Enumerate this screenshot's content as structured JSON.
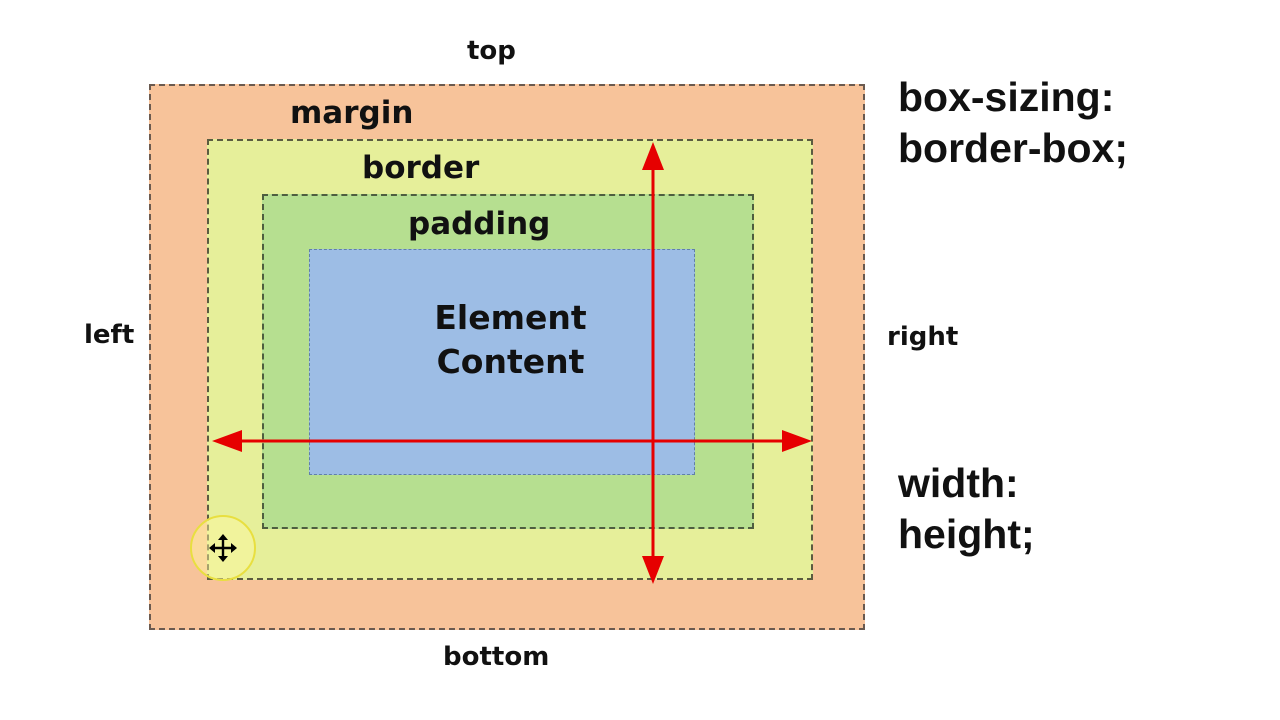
{
  "sides": {
    "top": "top",
    "left": "left",
    "right": "right",
    "bottom": "bottom"
  },
  "boxes": {
    "margin": "margin",
    "border": "border",
    "padding": "padding",
    "content_line1": "Element",
    "content_line2": "Content"
  },
  "css": {
    "box_sizing_line1": "box-sizing:",
    "box_sizing_line2": "border-box;",
    "width": "width:",
    "height": "height;"
  },
  "colors": {
    "margin": "#f7c39a",
    "border": "#e6ef9a",
    "padding": "#b6df90",
    "content": "#9dbde5",
    "arrows": "#e60000"
  },
  "cursor": "move-cursor-icon"
}
